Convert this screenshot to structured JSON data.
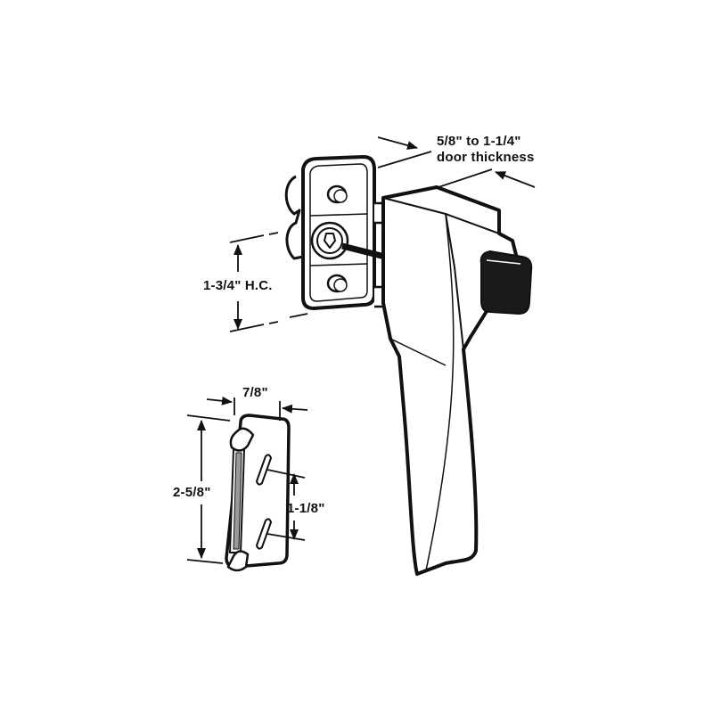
{
  "diagram": {
    "subject": "Push-button screen door latch with keeper",
    "colors": {
      "line": "#111111",
      "background": "#ffffff",
      "knob": "#1a1a1a",
      "keeper_slot": "#9a9a9a"
    },
    "dimensions": {
      "door_thickness_line1": "5/8\" to 1-1/4\"",
      "door_thickness_line2": "door thickness",
      "hole_centers": "1-3/4\" H.C.",
      "keeper_width": "7/8\"",
      "keeper_height": "2-5/8\"",
      "keeper_hole_spacing": "1-1/8\""
    },
    "parts": [
      "latch-body",
      "pull-handle",
      "push-button",
      "mounting-plate",
      "keeper"
    ]
  }
}
